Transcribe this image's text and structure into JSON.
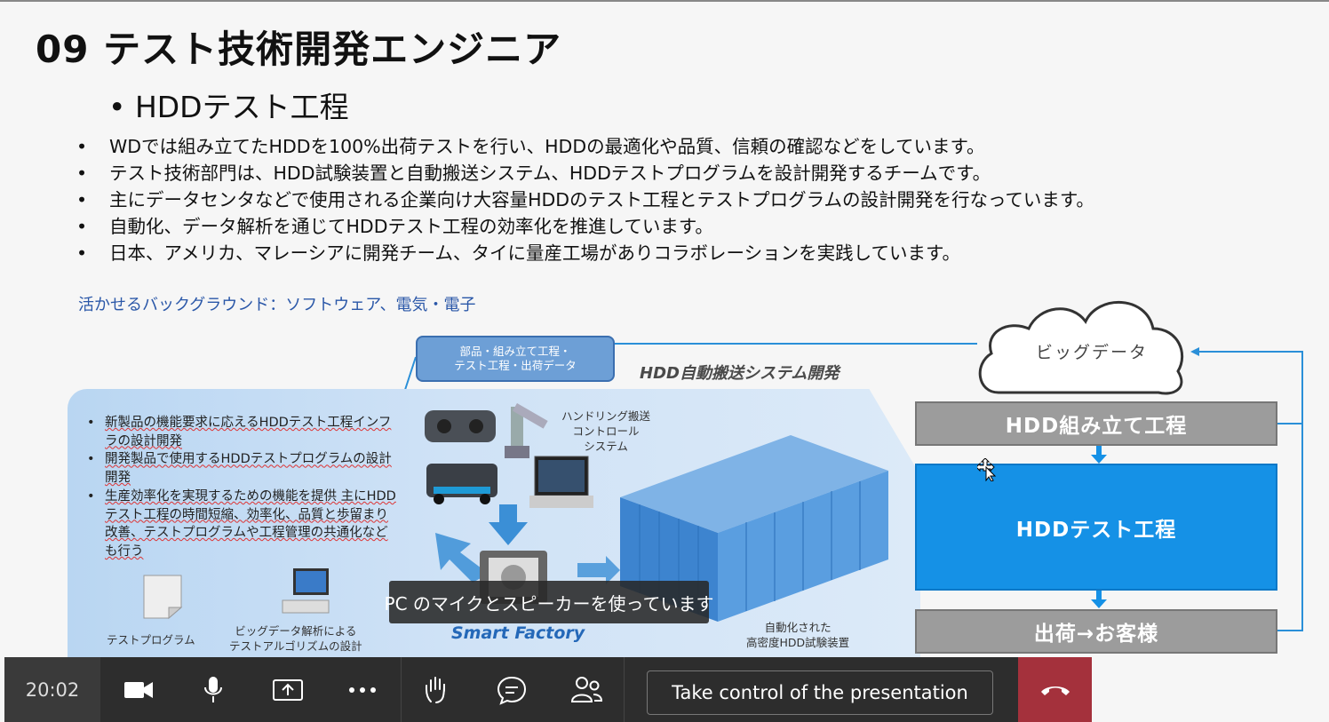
{
  "slide": {
    "title": "09 テスト技術開発エンジニア",
    "subtitle": "• HDDテスト工程",
    "bullets": [
      "WDでは組み立てたHDDを100%出荷テストを行い、HDDの最適化や品質、信頼の確認などをしています。",
      "テスト技術部門は、HDD試験装置と自動搬送システム、HDDテストプログラムを設計開発するチームです。",
      "主にデータセンタなどで使用される企業向け大容量HDDのテスト工程とテストプログラムの設計開発を行なっています。",
      "自動化、データ解析を通じてHDDテスト工程の効率化を推進しています。",
      "日本、アメリカ、マレーシアに開発チーム、タイに量産工場がありコラボレーションを実践しています。"
    ],
    "background_label": "活かせるバックグラウンド：ソフトウェア、電気・電子",
    "panel_items": [
      "新製品の機能要求に応えるHDDテスト工程インフラの設計開発",
      "開発製品で使用するHDDテストプログラムの設計開発",
      "生産効率化を実現するための機能を提供 主にHDDテスト工程の時間短縮、効率化、品質と歩留まり改善、テストプログラムや工程管理の共通化なども行う"
    ],
    "callout": "部品・組み立て工程・\nテスト工程・出荷データ",
    "hdd_transport_label": "HDD自動搬送システム開発",
    "handling_label": "ハンドリング搬送\nコントロール\nシステム",
    "test_program_label": "テストプログラム",
    "bigdata_analysis_label": "ビッグデータ解析による\nテストアルゴリズムの設計",
    "smart_factory_label": "Smart Factory",
    "automated_label": "自動化された\n高密度HDD試験装置",
    "cloud_label": "ビッグデータ",
    "flow": {
      "assembly": "HDD組み立て工程",
      "test": "HDDテスト工程",
      "shipping": "出荷→お客様"
    }
  },
  "toast": "PC のマイクとスピーカーを使っています",
  "toolbar": {
    "time": "20:02",
    "take_control": "Take control of the presentation"
  },
  "colors": {
    "accent_blue": "#1591e6",
    "toolbar_bg": "#2d2d2d",
    "hangup_red": "#a4313c"
  }
}
